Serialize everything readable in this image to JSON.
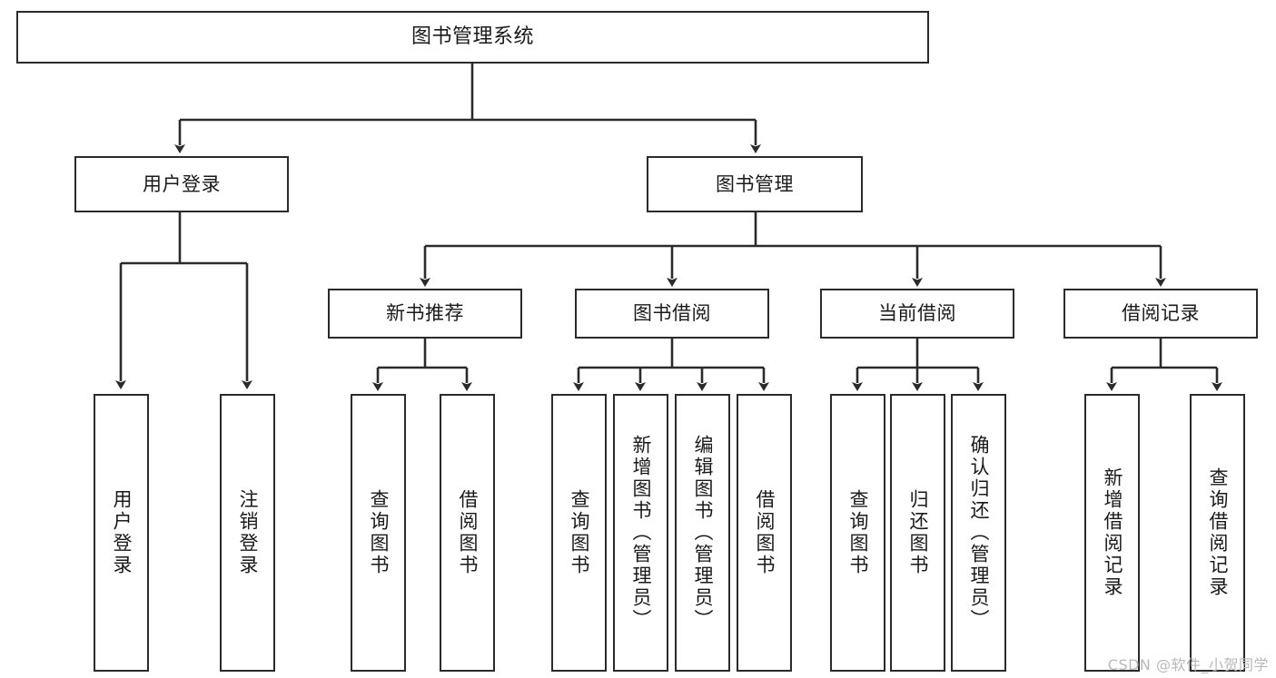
{
  "diagram": {
    "title": "图书管理系统",
    "type": "tree",
    "watermark": "CSDN @软件_小贺同学",
    "colors": {
      "border": "#2b2b2b",
      "fill": "#ffffff",
      "text": "#1a1a1a",
      "edge": "#2b2b2b",
      "watermark": "#b8b8b8"
    },
    "nodes": {
      "root": {
        "label": "图书管理系统"
      },
      "level2": [
        {
          "label": "用户登录"
        },
        {
          "label": "图书管理"
        }
      ],
      "level3": [
        {
          "label": "新书推荐"
        },
        {
          "label": "图书借阅"
        },
        {
          "label": "当前借阅"
        },
        {
          "label": "借阅记录"
        }
      ],
      "leaves_user_login": [
        {
          "label": "用户登录"
        },
        {
          "label": "注销登录"
        }
      ],
      "leaves_new_books": [
        {
          "label": "查询图书"
        },
        {
          "label": "借阅图书"
        }
      ],
      "leaves_borrow": [
        {
          "label": "查询图书"
        },
        {
          "label": "新增图书（管理员）"
        },
        {
          "label": "编辑图书（管理员）"
        },
        {
          "label": "借阅图书"
        }
      ],
      "leaves_current": [
        {
          "label": "查询图书"
        },
        {
          "label": "归还图书"
        },
        {
          "label": "确认归还（管理员）"
        }
      ],
      "leaves_records": [
        {
          "label": "新增借阅记录"
        },
        {
          "label": "查询借阅记录"
        }
      ]
    }
  }
}
